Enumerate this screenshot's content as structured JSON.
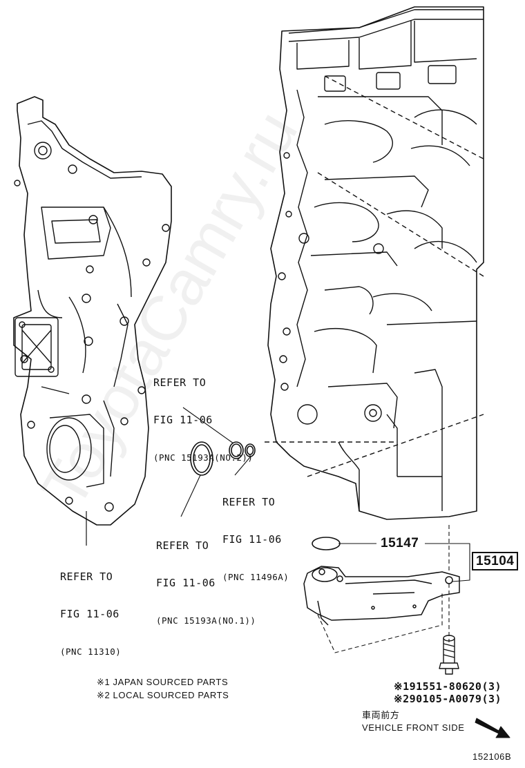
{
  "callouts": {
    "ref_seal_no2": {
      "line1": "REFER TO",
      "line2": "FIG 11-06",
      "line3": "(PNC 15193A(NO.2))"
    },
    "ref_oring": {
      "line1": "REFER TO",
      "line2": "FIG 11-06",
      "line3": "(PNC 11496A)"
    },
    "ref_seal_no1": {
      "line1": "REFER TO",
      "line2": "FIG 11-06",
      "line3": "(PNC 15193A(NO.1))"
    },
    "ref_cover": {
      "line1": "REFER TO",
      "line2": "FIG 11-06",
      "line3": "(PNC 11310)"
    }
  },
  "parts": {
    "gasket": "15147",
    "oil_pump": "15104",
    "bolt_1": "※191551-80620(3)",
    "bolt_2": "※290105-A0079(3)"
  },
  "notes": {
    "note_1": "※1 JAPAN SOURCED PARTS",
    "note_2": "※2 LOCAL SOURCED PARTS"
  },
  "direction": {
    "jp": "車両前方",
    "en": "VEHICLE FRONT SIDE"
  },
  "figure_code": "152106B",
  "watermark": "ToyotaCamry.ru"
}
